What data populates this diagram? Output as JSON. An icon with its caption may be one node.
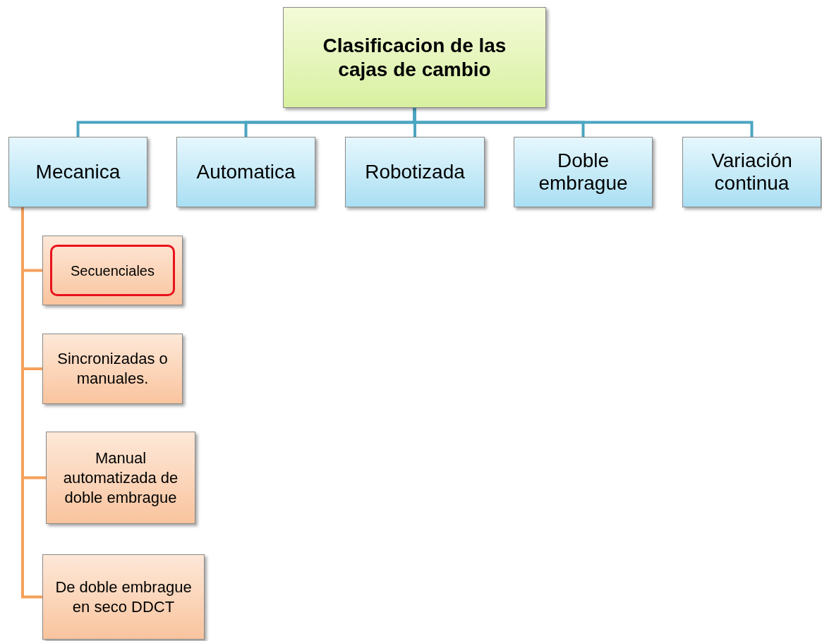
{
  "diagram": {
    "nodes": [
      {
        "text": [
          "Clasificacion de las cajas de cambio"
        ]
      },
      {
        "text": [
          "Mecanica"
        ]
      },
      {
        "text": [
          "Automatica"
        ]
      },
      {
        "text": [
          "Robotizada"
        ]
      },
      {
        "text": [
          "Doble embrague"
        ]
      },
      {
        "text": [
          "Variación continua"
        ]
      },
      {
        "text": [
          "Secuenciales"
        ]
      },
      {
        "text": [
          "Sincronizadas o manuales."
        ]
      },
      {
        "text": [
          "Manual automatizada de doble embrague"
        ]
      },
      {
        "text": [
          "De doble embrague en seco DDCT"
        ]
      }
    ],
    "edges": [
      {
        "from": 0,
        "to": 1,
        "arrow": "none"
      },
      {
        "from": 0,
        "to": 2,
        "arrow": "none"
      },
      {
        "from": 0,
        "to": 3,
        "arrow": "none"
      },
      {
        "from": 0,
        "to": 4,
        "arrow": "none"
      },
      {
        "from": 0,
        "to": 5,
        "arrow": "none"
      },
      {
        "from": 1,
        "to": 6,
        "arrow": "none",
        "color": "#f5a05a"
      },
      {
        "from": 1,
        "to": 7,
        "arrow": "none",
        "color": "#f5a05a"
      },
      {
        "from": 1,
        "to": 8,
        "arrow": "none",
        "color": "#f5a05a"
      },
      {
        "from": 1,
        "to": 9,
        "arrow": "none",
        "color": "#f5a05a"
      }
    ]
  }
}
